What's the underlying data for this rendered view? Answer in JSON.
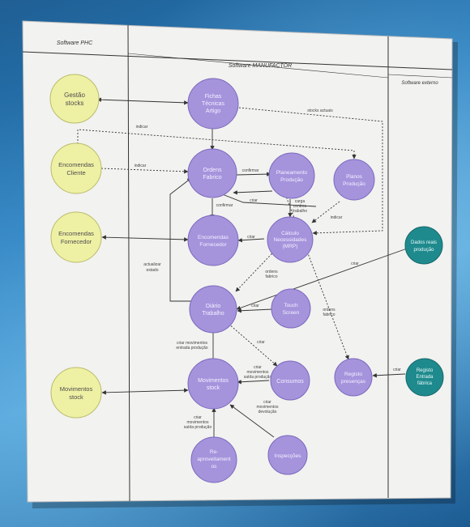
{
  "lanes": [
    {
      "id": "phc",
      "title": "Software PHC"
    },
    {
      "id": "manufactor",
      "title": "Software MANUFACTOR"
    },
    {
      "id": "externo",
      "title": "Software externo"
    }
  ],
  "nodes": {
    "gestao_stocks": [
      "Gestão",
      "stocks"
    ],
    "encomendas_cliente": [
      "Encomendas",
      "Cliente"
    ],
    "encomendas_fornecedor_phc": [
      "Encomendas",
      "Fornecedor"
    ],
    "movimentos_stock_phc": [
      "Movimentos",
      "stock"
    ],
    "fichas_tecnicas": [
      "Fichas",
      "Técnicas",
      "Artigo"
    ],
    "ordens_fabrico": [
      "Ordens",
      "Fabrico"
    ],
    "planeamento_producao": [
      "Planeamento",
      "Produção"
    ],
    "planos_producao": [
      "Planos",
      "Produção"
    ],
    "encomendas_fornecedor_mf": [
      "Encomendas",
      "Fornecedor"
    ],
    "calculo_necessidades": [
      "Cálculo",
      "Necessidades",
      "(MRP)"
    ],
    "diario_trabalho": [
      "Diário",
      "Trabalho"
    ],
    "touch_screen": [
      "Touch",
      "Screen"
    ],
    "movimentos_stock_mf": [
      "Movimentos",
      "stock"
    ],
    "consumos": [
      "Consumos"
    ],
    "registo_presencas": [
      "Registo",
      "presenças"
    ],
    "reaproveitamentos": [
      "Re-",
      "aproveitament",
      "os"
    ],
    "inspeccoes": [
      "Inspecções"
    ],
    "dados_reais_producao": [
      "Dados reais",
      "produção"
    ],
    "registo_entrada_fabrica": [
      "Registo",
      "Entrada",
      "fábrica"
    ]
  },
  "edge_labels": {
    "stock_actual": "stocks actuais",
    "indicar_1": "indicar",
    "indicar_2": "indicar",
    "confirmar_1": "confirmar",
    "confirmar_2": "confirmar",
    "carga_centros": [
      "carga",
      "centros",
      "trabalho"
    ],
    "criar_1": "criar",
    "indicar_3": "indicar",
    "criar_2": "criar",
    "ordens_fabrico_1": [
      "ordens",
      "fabrico"
    ],
    "actualizar_estado": [
      "actualizar",
      "estado"
    ],
    "criar_3": "criar",
    "criar_4": "criar",
    "ordens_fabrico_2": [
      "ordens",
      "fabrico"
    ],
    "criar_mov_entrada": [
      "criar movimentos",
      "entrada produção"
    ],
    "criar_5": "criar",
    "criar_mov_saida_1": [
      "criar",
      "movimentos",
      "saída produção"
    ],
    "criar_6": "criar",
    "criar_mov_devolucao": [
      "criar",
      "movimentos",
      "devolução"
    ],
    "criar_mov_saida_2": [
      "criar",
      "movimentos",
      "saída produção"
    ]
  },
  "colors": {
    "phc_node": "#eef0a4",
    "phc_stroke": "#b9bc6a",
    "mf_node": "#a594dc",
    "mf_stroke": "#7c68bd",
    "ext_node": "#1f8a8d",
    "ext_stroke": "#15686b",
    "panel": "#f2f2f0"
  }
}
